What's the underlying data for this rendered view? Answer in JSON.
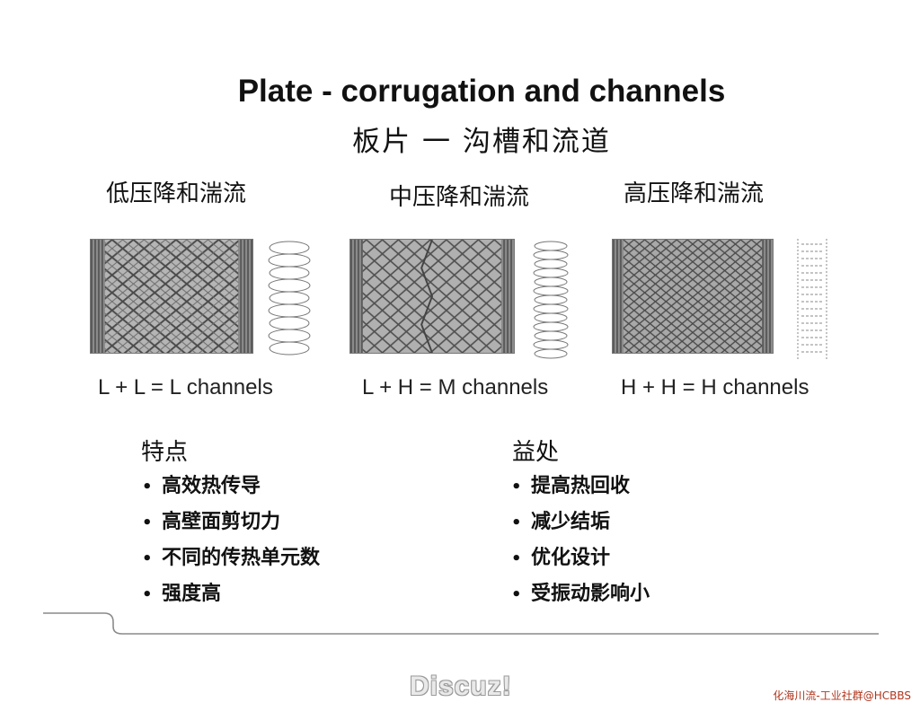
{
  "title": {
    "en": "Plate - corrugation and channels",
    "zh": "板片 一 沟槽和流道"
  },
  "columns": [
    {
      "heading": "低压降和湍流",
      "channel_label": "L + L = L channels"
    },
    {
      "heading": "中压降和湍流",
      "channel_label": "L + H = M channels"
    },
    {
      "heading": "高压降和湍流",
      "channel_label": "H + H = H channels"
    }
  ],
  "features": {
    "title": "特点",
    "items": [
      "高效热传导",
      "高壁面剪切力",
      "不同的传热单元数",
      "强度高"
    ]
  },
  "benefits": {
    "title": "益处",
    "items": [
      "提高热回收",
      "减少结垢",
      "优化设计",
      "受振动影响小"
    ]
  },
  "bullet_glyph": "•",
  "watermark": "Discuz!",
  "corner_text": "化海川流-工业社群@HCBBS",
  "colors": {
    "corner_text": "#b0351c",
    "rule": "#8a8a8a"
  }
}
